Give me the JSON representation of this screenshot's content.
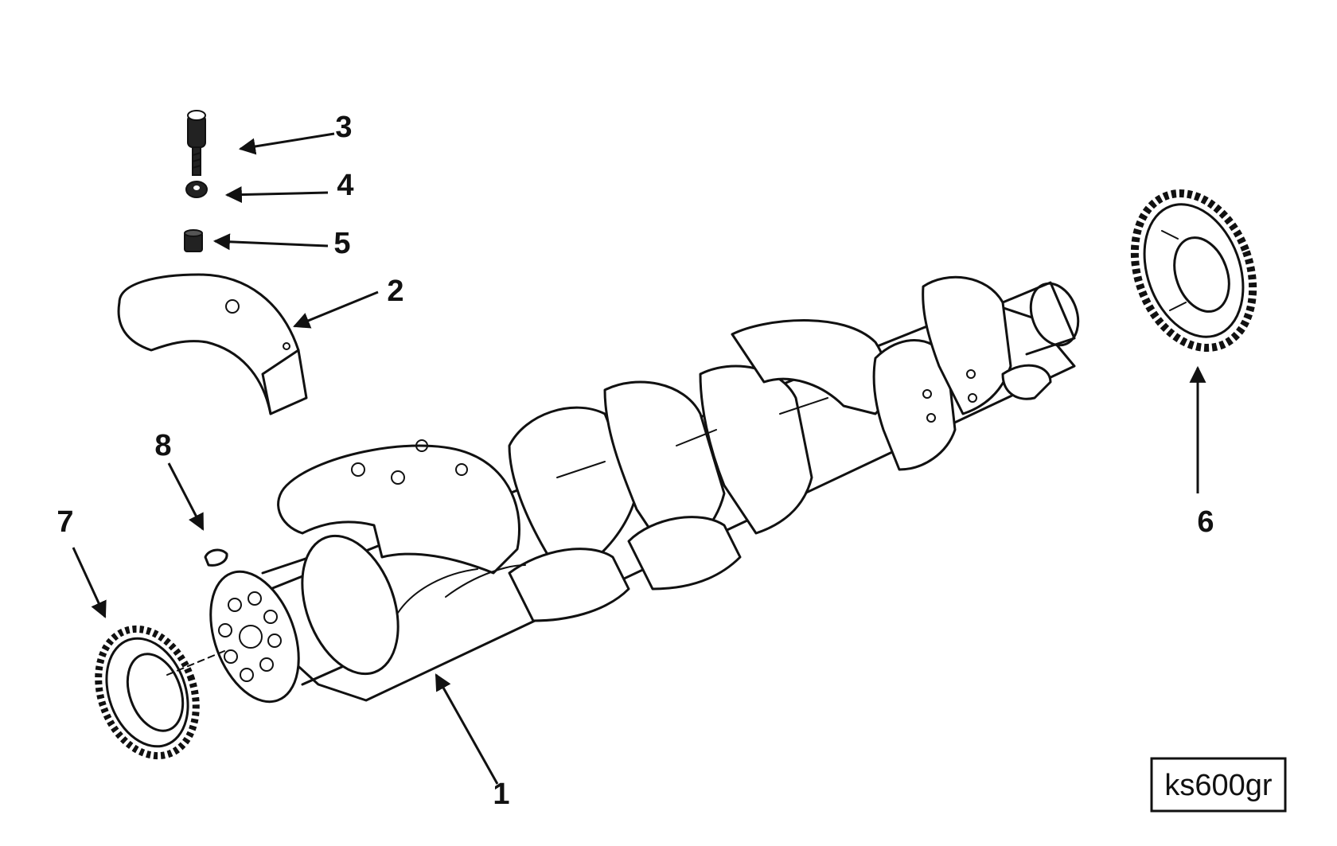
{
  "callouts": [
    {
      "id": "1",
      "label": "1"
    },
    {
      "id": "2",
      "label": "2"
    },
    {
      "id": "3",
      "label": "3"
    },
    {
      "id": "4",
      "label": "4"
    },
    {
      "id": "5",
      "label": "5"
    },
    {
      "id": "6",
      "label": "6"
    },
    {
      "id": "7",
      "label": "7"
    },
    {
      "id": "8",
      "label": "8"
    }
  ],
  "figure_id": "ks600gr",
  "colors": {
    "ink": "#111111",
    "paper": "#ffffff"
  }
}
